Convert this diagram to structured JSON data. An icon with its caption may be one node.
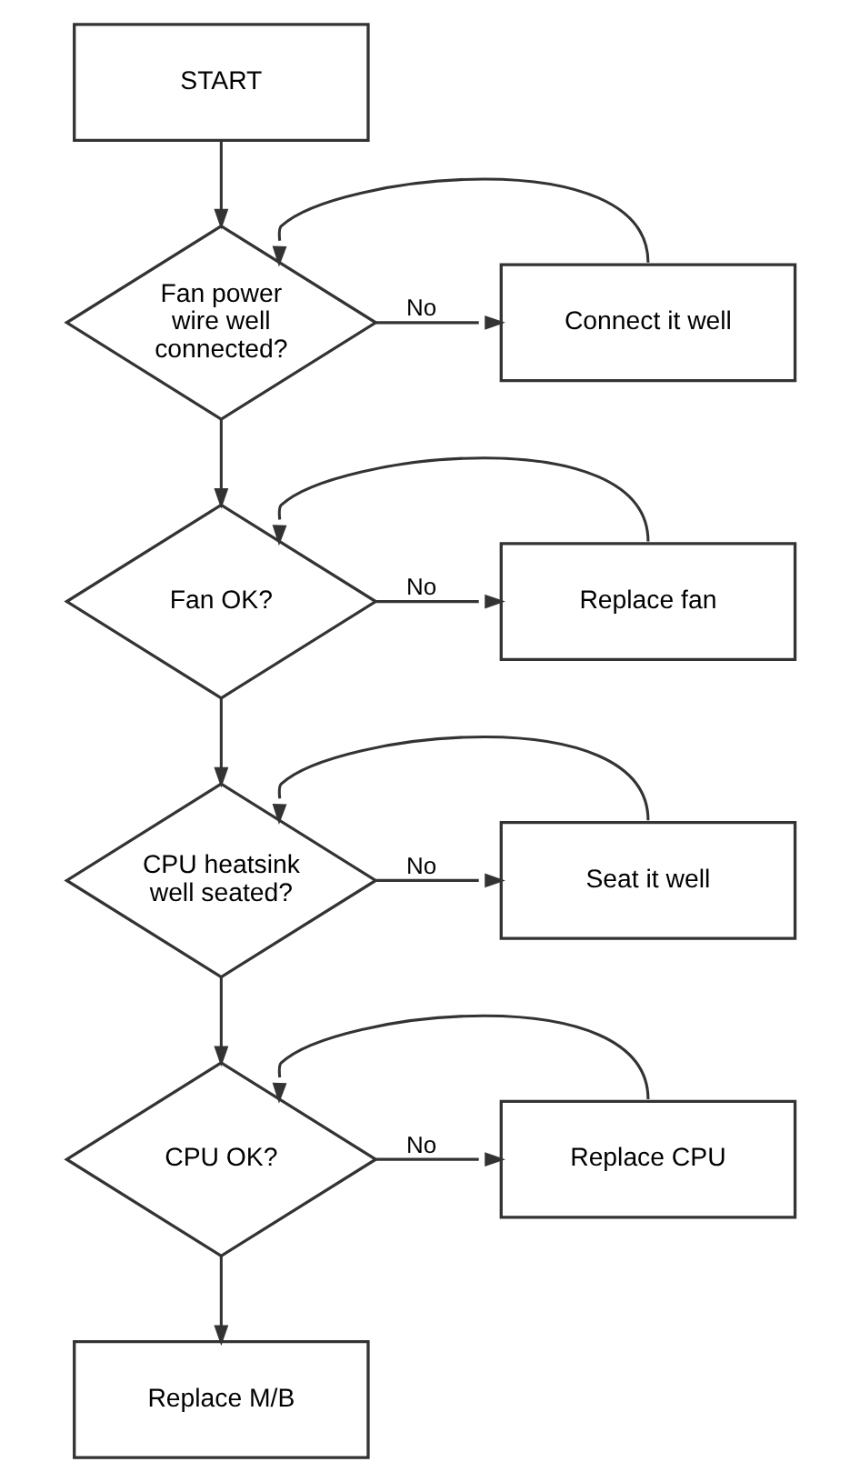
{
  "diagram": {
    "nodes": [
      {
        "text": [
          "START"
        ]
      },
      {
        "text": [
          "Fan power wire well connected?"
        ]
      },
      {
        "text": [
          "Connect it well"
        ]
      },
      {
        "text": [
          "Fan OK?"
        ]
      },
      {
        "text": [
          "Replace fan"
        ]
      },
      {
        "text": [
          "CPU heatsink well seated?"
        ]
      },
      {
        "text": [
          "Seat it well"
        ]
      },
      {
        "text": [
          "CPU OK?"
        ]
      },
      {
        "text": [
          "Replace CPU"
        ]
      },
      {
        "text": [
          "Replace M/B"
        ]
      }
    ],
    "edges": [
      {
        "from": 0,
        "to": 1,
        "arrow": "to"
      },
      {
        "from": 1,
        "to": 2,
        "label": "No",
        "arrow": "to"
      },
      {
        "from": 2,
        "to": 1,
        "arrow": "to"
      },
      {
        "from": 1,
        "to": 3,
        "arrow": "to"
      },
      {
        "from": 3,
        "to": 4,
        "label": "No",
        "arrow": "to"
      },
      {
        "from": 4,
        "to": 3,
        "arrow": "to"
      },
      {
        "from": 3,
        "to": 5,
        "arrow": "to"
      },
      {
        "from": 5,
        "to": 6,
        "label": "No",
        "arrow": "to"
      },
      {
        "from": 6,
        "to": 5,
        "arrow": "to"
      },
      {
        "from": 5,
        "to": 7,
        "arrow": "to"
      },
      {
        "from": 7,
        "to": 8,
        "label": "No",
        "arrow": "to"
      },
      {
        "from": 8,
        "to": 7,
        "arrow": "to"
      },
      {
        "from": 7,
        "to": 9,
        "arrow": "to"
      }
    ]
  }
}
